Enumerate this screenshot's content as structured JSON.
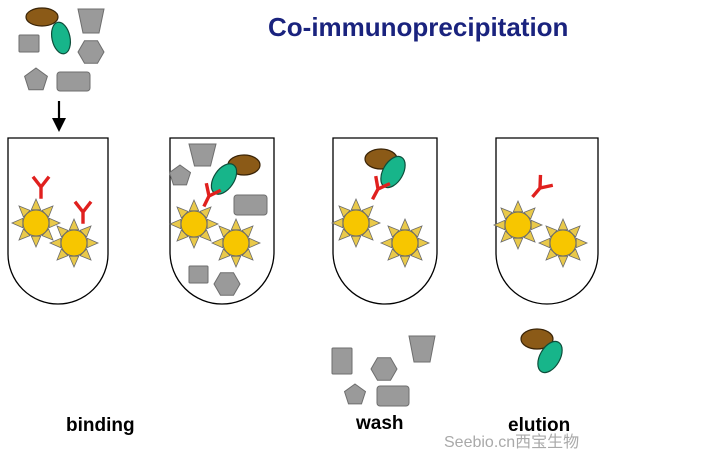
{
  "title": "Co-immunoprecipitation",
  "steps": [
    {
      "label": "binding"
    },
    {
      "label": "wash"
    },
    {
      "label": "elution"
    }
  ],
  "watermark": "Seebio.cn西宝生物",
  "colors": {
    "title": "#1a237e",
    "antibody": "#e0201e",
    "bead_fill": "#f7c600",
    "bead_spike": "#e9c94a",
    "bait_protein": "#17b58a",
    "prey_protein": "#8b5a17",
    "contaminant": "#9a9a9a"
  },
  "icons": [
    "antibody-icon",
    "bead-icon",
    "bait-protein-icon",
    "prey-protein-icon",
    "contaminant-protein-icon",
    "down-arrow-icon"
  ]
}
